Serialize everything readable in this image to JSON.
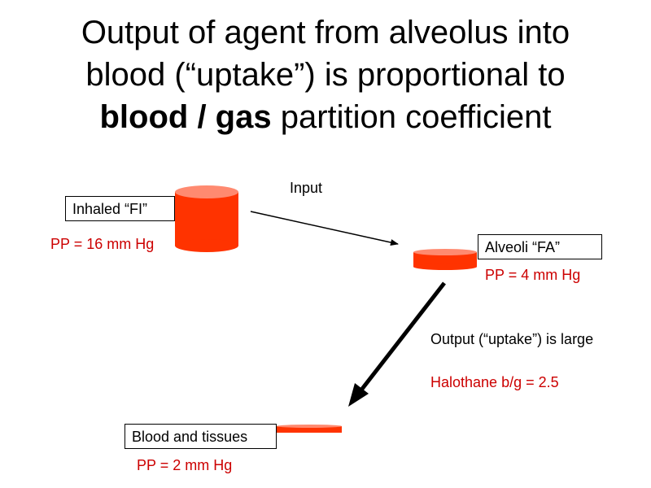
{
  "title": {
    "line1": "Output of agent from alveolus into",
    "line2": "blood (“uptake”) is proportional to",
    "line3_bold": "blood / gas",
    "line3_rest": " partition  coefficient"
  },
  "diagram": {
    "input_label": "Input",
    "inhaled": {
      "label": "Inhaled “FI”",
      "pp": "PP = 16 mm Hg"
    },
    "alveoli": {
      "label": "Alveoli “FA”",
      "pp": "PP = 4 mm Hg"
    },
    "blood": {
      "label": "Blood and tissues",
      "pp": "PP = 2 mm Hg"
    },
    "output_label": "Output (“uptake”) is large",
    "halothane_label": "Halothane b/g = 2.5"
  },
  "colors": {
    "cylinder_fill": "#ff3300",
    "cylinder_top": "#ff8a70",
    "pp_text": "#cc0000",
    "halothane_text": "#cc0000",
    "arrow": "#000000"
  }
}
